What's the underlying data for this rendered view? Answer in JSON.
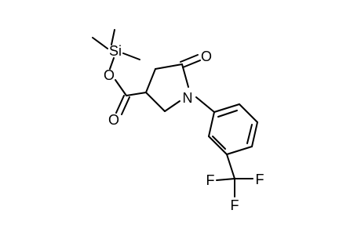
{
  "molecule": {
    "atom_labels": {
      "silicon": "Si",
      "ester_oxygen": "O",
      "carbonyl_oxygen": "O",
      "lactam_oxygen": "O",
      "nitrogen": "N",
      "fluorine_1": "F",
      "fluorine_2": "F",
      "fluorine_3": "F"
    },
    "colors": {
      "bond": "#000000",
      "label": "#000000",
      "background": "#ffffff"
    }
  }
}
